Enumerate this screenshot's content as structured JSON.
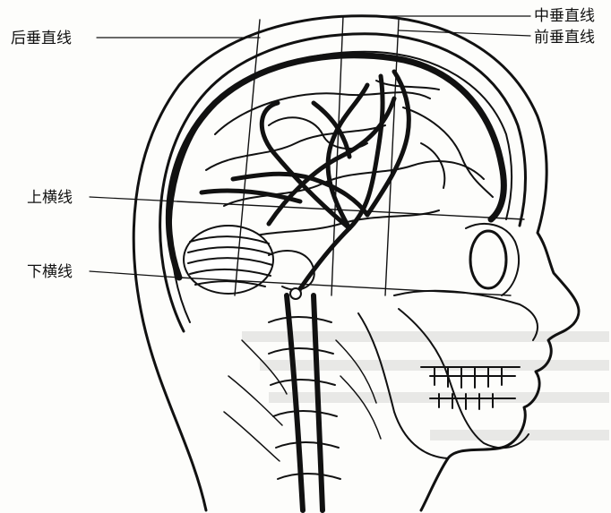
{
  "figure": {
    "labels": {
      "posterior_vertical": "后垂直线",
      "middle_vertical": "中垂直线",
      "anterior_vertical": "前垂直线",
      "upper_horizontal": "上横线",
      "lower_horizontal": "下横线"
    },
    "ink_color": "#111111",
    "paper_color": "#fdfdfb"
  }
}
